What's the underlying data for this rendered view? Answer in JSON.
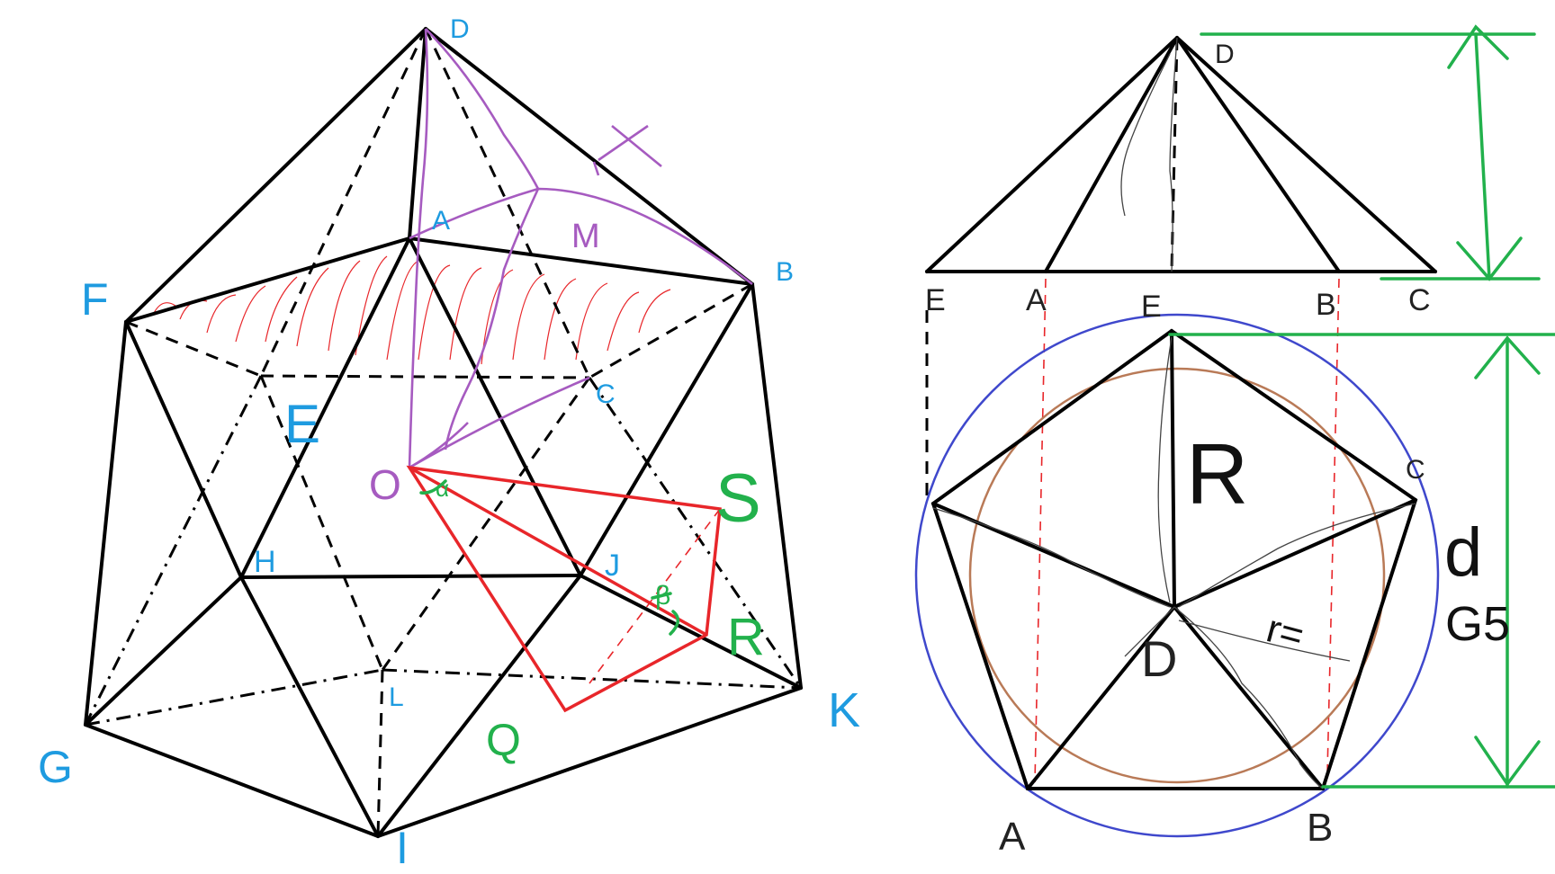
{
  "diagram": {
    "icosahedron_labels": {
      "D": "D",
      "A": "A",
      "B": "B",
      "C": "C",
      "E": "E",
      "F": "F",
      "G": "G",
      "H": "H",
      "I": "I",
      "J": "J",
      "K": "K",
      "L": "L",
      "M": "M",
      "X": "X",
      "O": "O",
      "S": "S",
      "Q": "Q",
      "R": "R",
      "alpha": "α",
      "beta": "β"
    },
    "pentagon_labels": {
      "A": "A",
      "B": "B",
      "C": "C",
      "D_center": "D",
      "D_apex": "D",
      "E_left": "E",
      "E_top": "E",
      "a1": "A",
      "b1": "B",
      "c1": "C",
      "R": "R",
      "r": "r=",
      "d": "d",
      "d_sub": "G5"
    },
    "colors": {
      "edges": "#000000",
      "purple": "#a65bc0",
      "red": "#e8262a",
      "green": "#22b14c",
      "blue_labels": "#1e9be0",
      "circumcircle": "#3f48cc",
      "incircle": "#b97a57"
    }
  }
}
